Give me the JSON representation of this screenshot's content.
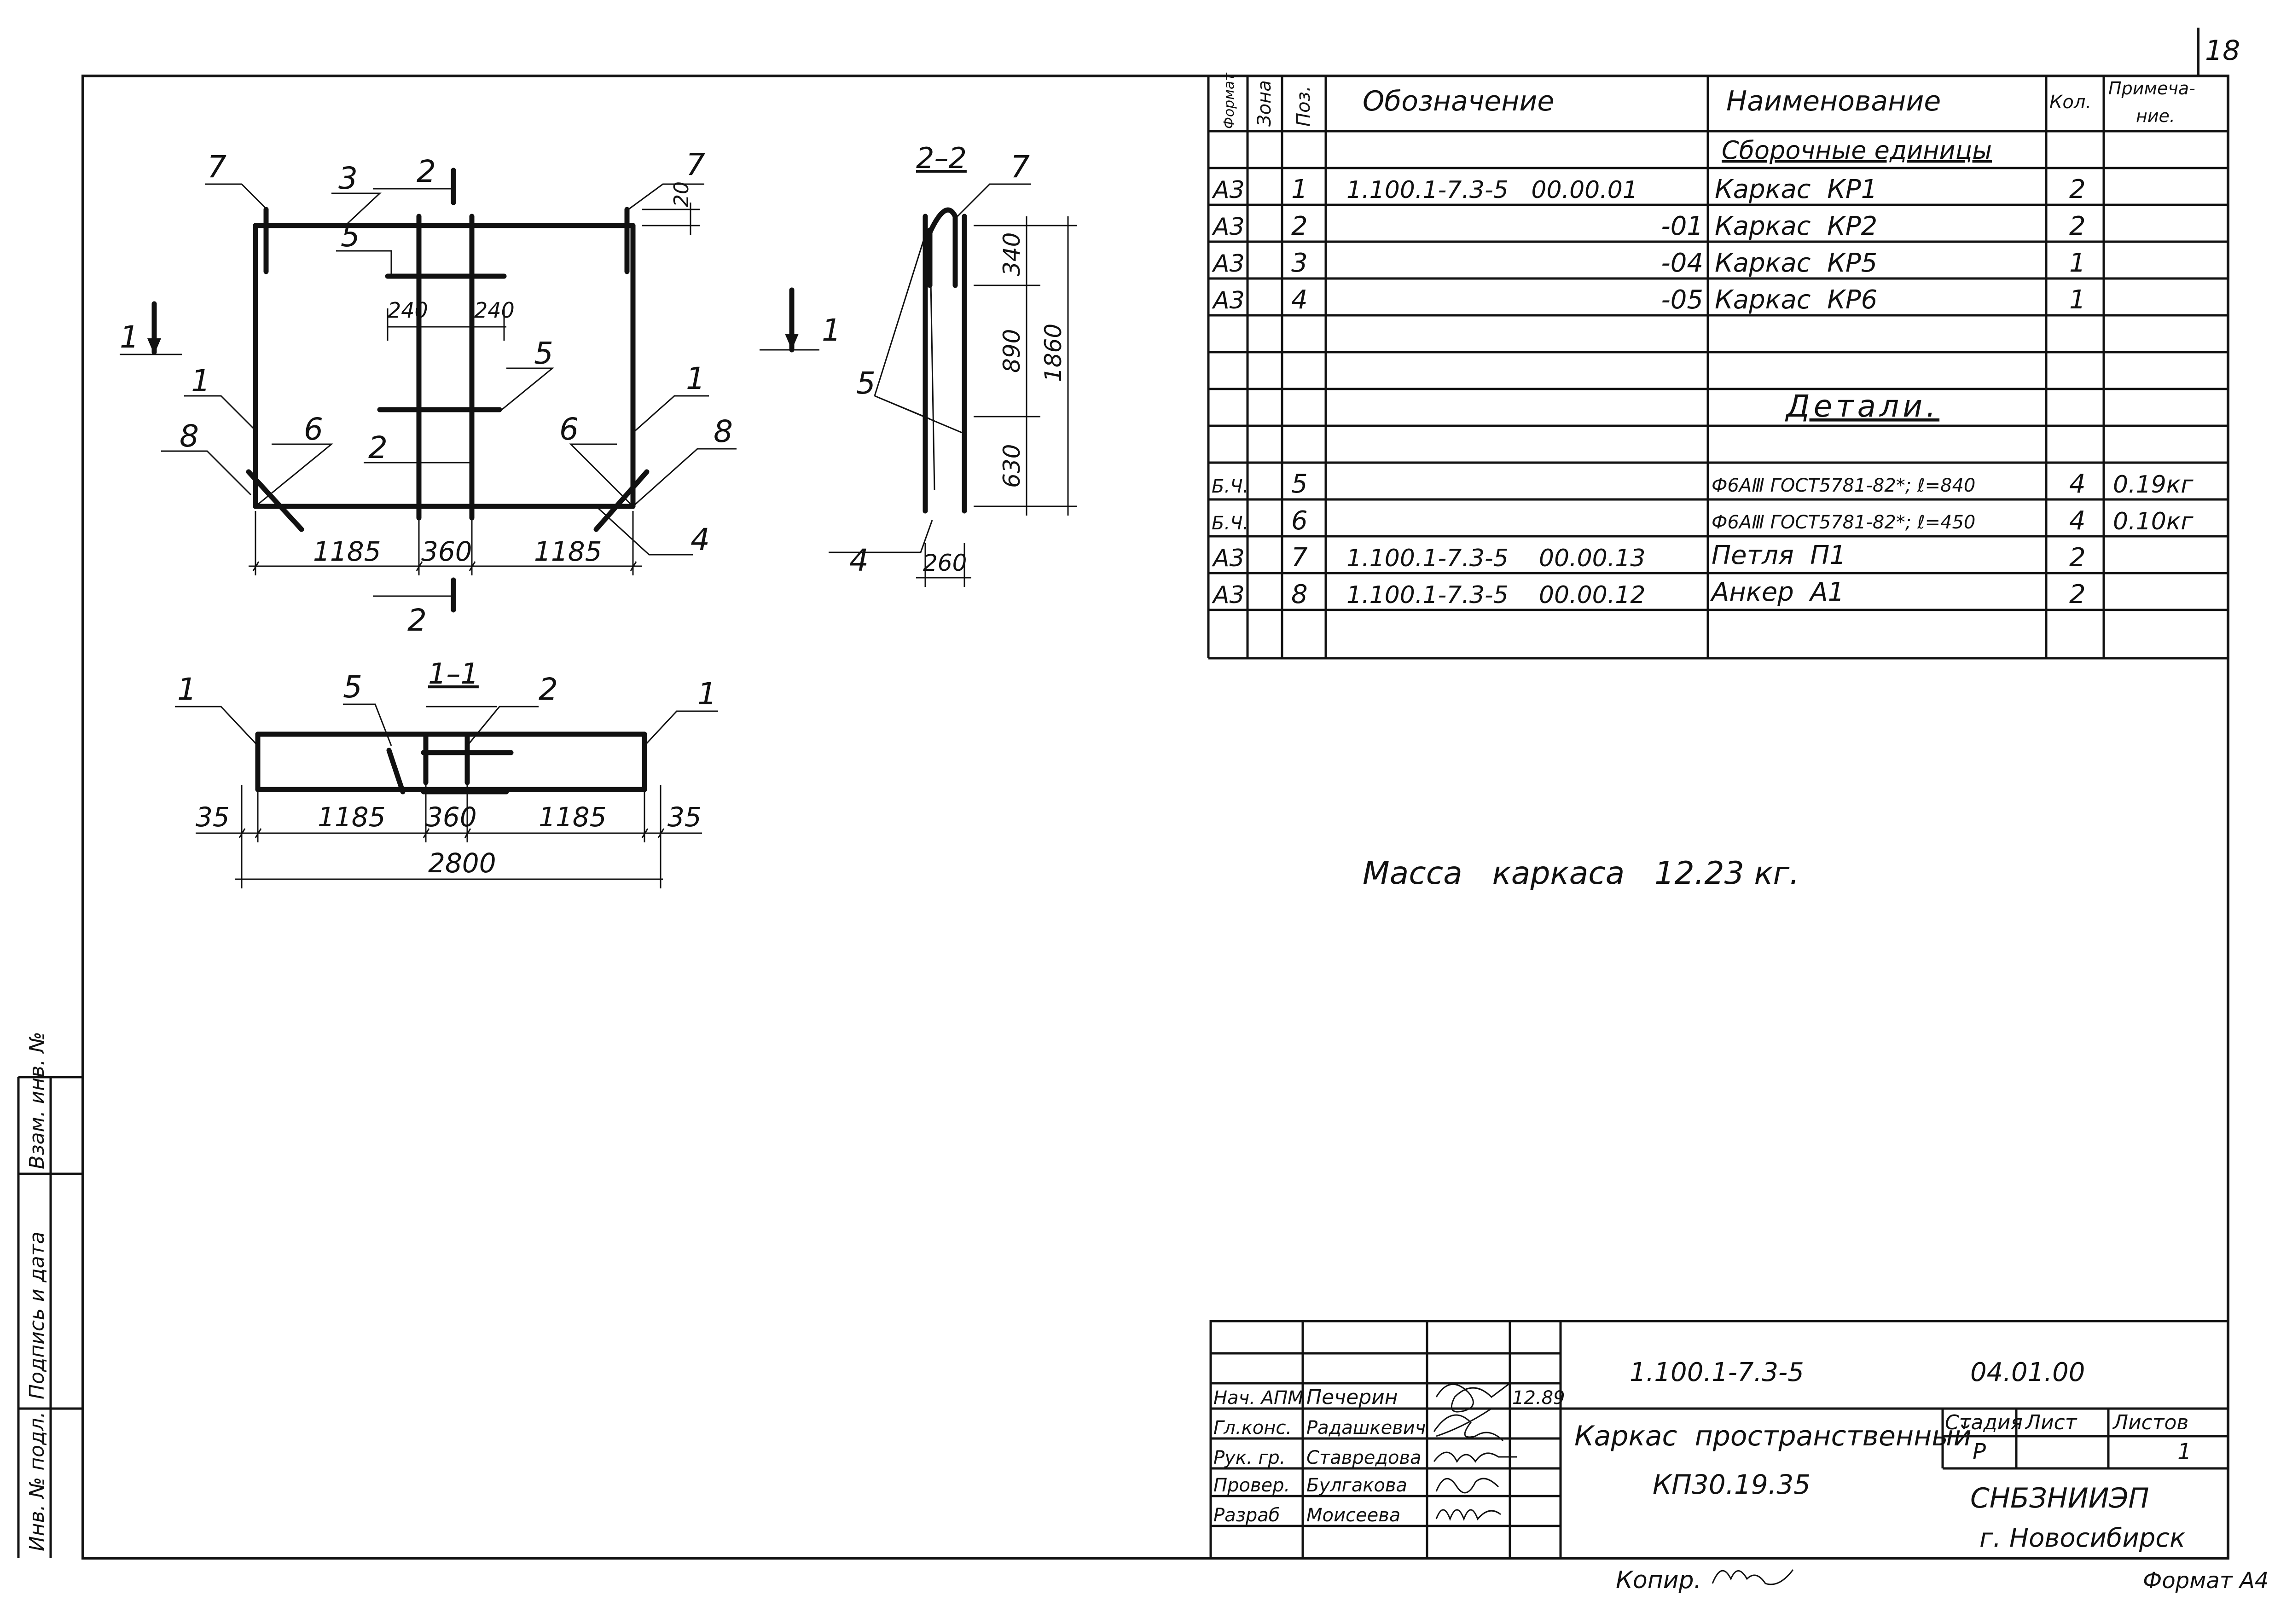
{
  "sheet_number": "18",
  "spec_table": {
    "headers": {
      "format": "Формат",
      "zone": "Зона",
      "pos": "Поз.",
      "designation": "Обозначение",
      "name": "Наименование",
      "qty": "Кол.",
      "note_1": "Примеча-",
      "note_2": "ние."
    },
    "section_assembly": "Сборочные единицы",
    "section_details": "Детали.",
    "rows": [
      {
        "format": "А3",
        "pos": "1",
        "designation": "1.100.1-7.3-5   00.00.01",
        "variant": "",
        "name": "Каркас  КР1",
        "qty": "2",
        "note": ""
      },
      {
        "format": "А3",
        "pos": "2",
        "designation": "",
        "variant": "-01",
        "name": "Каркас  КР2",
        "qty": "2",
        "note": ""
      },
      {
        "format": "А3",
        "pos": "3",
        "designation": "",
        "variant": "-04",
        "name": "Каркас  КР5",
        "qty": "1",
        "note": ""
      },
      {
        "format": "А3",
        "pos": "4",
        "designation": "",
        "variant": "-05",
        "name": "Каркас  КР6",
        "qty": "1",
        "note": ""
      },
      {
        "format": "Б.Ч.",
        "pos": "5",
        "designation": "",
        "variant": "",
        "name": "Ф6АⅢ ГОСТ5781-82*; ℓ=840",
        "qty": "4",
        "note": "0.19кг"
      },
      {
        "format": "Б.Ч.",
        "pos": "6",
        "designation": "",
        "variant": "",
        "name": "Ф6АⅢ ГОСТ5781-82*; ℓ=450",
        "qty": "4",
        "note": "0.10кг"
      },
      {
        "format": "А3",
        "pos": "7",
        "designation": "1.100.1-7.3-5    00.00.13",
        "variant": "",
        "name": "Петля  П1",
        "qty": "2",
        "note": ""
      },
      {
        "format": "А3",
        "pos": "8",
        "designation": "1.100.1-7.3-5    00.00.12",
        "variant": "",
        "name": "Анкер  А1",
        "qty": "2",
        "note": ""
      }
    ]
  },
  "mass_note": "Масса   каркаса   12.23 кг.",
  "drawing": {
    "plan": {
      "section_mark": "2",
      "section_mark_bottom": "2",
      "view_arrow": "1",
      "leaders": {
        "l7a": "7",
        "l3": "3",
        "l7b": "7",
        "l5a": "5",
        "l5b": "5",
        "l1a": "1",
        "l8a": "8",
        "l6a": "6",
        "l2": "2",
        "l6b": "6",
        "l1b": "1",
        "l8b": "8",
        "l4": "4"
      },
      "dims": {
        "top": "20",
        "d240a": "240",
        "d240b": "240",
        "d1185a": "1185",
        "d360": "360",
        "d1185b": "1185"
      }
    },
    "section_22": {
      "title": "2–2",
      "view_arrow": "1",
      "leaders": {
        "l7": "7",
        "l5": "5",
        "l4": "4"
      },
      "dims": {
        "d340": "340",
        "d890": "890",
        "d1860": "1860",
        "d630": "630",
        "d260": "260"
      }
    },
    "section_11": {
      "title": "1–1",
      "leaders": {
        "l1a": "1",
        "l5": "5",
        "l2": "2",
        "l1b": "1"
      },
      "dims": {
        "d35a": "35",
        "d1185a": "1185",
        "d360": "360",
        "d1185b": "1185",
        "d35b": "35",
        "total": "2800"
      }
    }
  },
  "side_stamp": {
    "cells": [
      "Инв. № подл.",
      "Подпись и дата",
      "Взам. инв. №"
    ]
  },
  "title_block": {
    "doc_code": "1.100.1-7.3-5",
    "doc_code_suffix": "04.01.00",
    "title_line1": "Каркас  пространственный",
    "title_line2": "КП30.19.35",
    "stage_label": "Стадия",
    "sheet_label": "Лист",
    "sheets_label": "Листов",
    "stage": "Р",
    "sheets": "1",
    "org_line1": "СНБЗНИИЭП",
    "org_line2": "г. Новосибирск",
    "date": "12.89",
    "signers": [
      {
        "role": "Нач. АПМ",
        "name": "Печерин"
      },
      {
        "role": "Гл.конс.",
        "name": "Радашкевич"
      },
      {
        "role": "Рук. гр.",
        "name": "Ставредова"
      },
      {
        "role": "Провер.",
        "name": "Булгакова"
      },
      {
        "role": "Разраб",
        "name": "Моисеева"
      }
    ]
  },
  "footer": {
    "copied": "Копир.",
    "format": "Формат А4"
  }
}
